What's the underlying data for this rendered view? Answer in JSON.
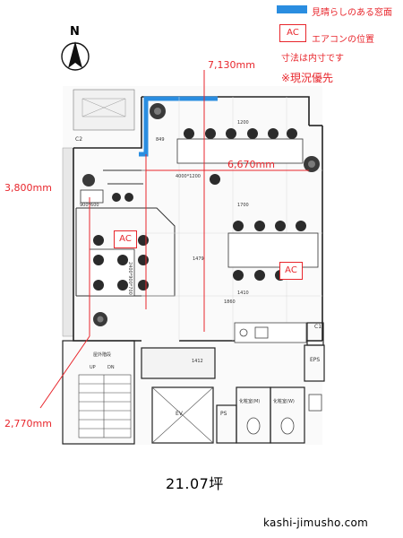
{
  "legend": {
    "view_window_label": "見晴らしのある窓面",
    "ac_box_label": "AC",
    "ac_position_label": "エアコンの位置",
    "interior_dimensions_note": "寸法は内寸です",
    "current_condition_note": "※現況優先",
    "view_window_color": "#2a8de0",
    "accent_color": "#e8262c"
  },
  "compass": {
    "north_label": "N"
  },
  "dimensions": {
    "top_width": "7,130mm",
    "middle_width": "6,670mm",
    "left_height": "3,800mm",
    "bottom_left": "2,770mm"
  },
  "rooms": {
    "c2": "C2",
    "c1": "C1",
    "eps": "EPS",
    "ev": "EV",
    "ps": "PS",
    "up": "UP",
    "dn": "DN",
    "outdoor_stairs": "屋外階段",
    "toilet_m": "化粧室(M)",
    "toilet_w": "化粧室(W)"
  },
  "furniture": {
    "reception_table": "900*600",
    "meeting_table": "2400*900*700",
    "desk_1": "4000*1200",
    "d_1200": "1200",
    "d_1700": "1700",
    "d_1479": "1479",
    "d_1410": "1410",
    "d_1860": "1860",
    "d_1412": "1412",
    "d_849": "849"
  },
  "ac_units": [
    "AC",
    "AC"
  ],
  "footer": {
    "area": "21.07坪",
    "site": "kashi-jimusho.com"
  }
}
